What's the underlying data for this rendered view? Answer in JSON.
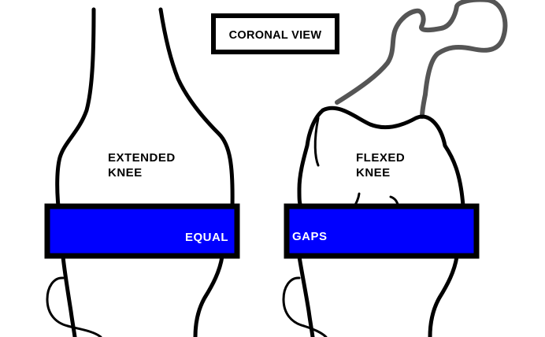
{
  "title": "CORONAL VIEW",
  "extended": {
    "line1": "EXTENDED",
    "line2": "KNEE"
  },
  "flexed": {
    "line1": "FLEXED",
    "line2": "KNEE"
  },
  "gap_words": {
    "left": "EQUAL",
    "right": "GAPS"
  },
  "colors": {
    "spacer_fill": "#0000ff",
    "spacer_border": "#000000",
    "spacer_text": "#ffffff",
    "outline": "#000000",
    "femur_head": "#555555"
  }
}
